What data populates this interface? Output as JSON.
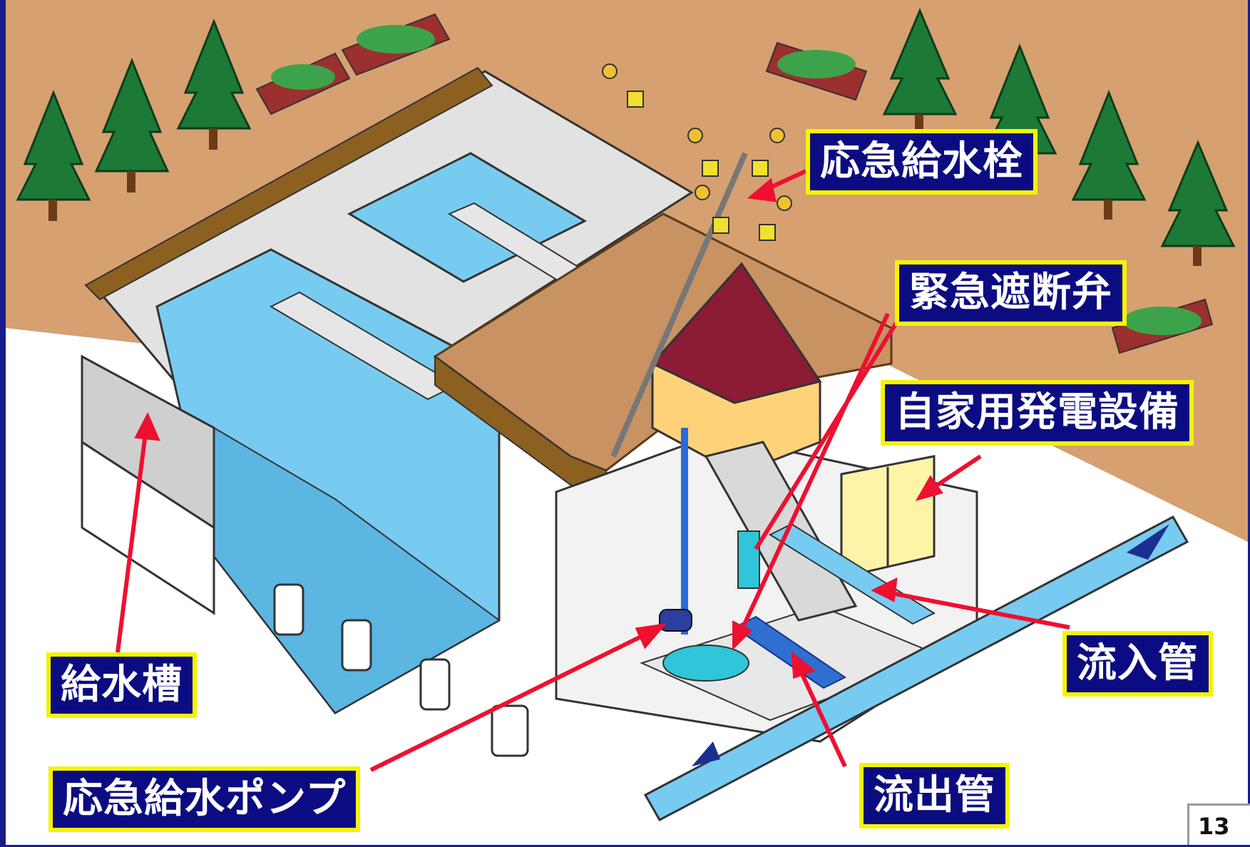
{
  "labels": {
    "emergency_hydrant": "応急給水栓",
    "shutoff_valve": "緊急遮断弁",
    "generator": "自家用発電設備",
    "water_tank": "給水槽",
    "inflow_pipe": "流入管",
    "outflow_pipe": "流出管",
    "emergency_pump": "応急給水ポンプ"
  },
  "page_number": "13",
  "colors": {
    "ground": "#d6a071",
    "water": "#78cbf0",
    "concrete": "#e2e2e2",
    "label_bg": "#0c0c82",
    "label_border": "#f4f400",
    "arrow": "#ee1030",
    "roof": "#8c1b36",
    "tree": "#1c7a36"
  }
}
